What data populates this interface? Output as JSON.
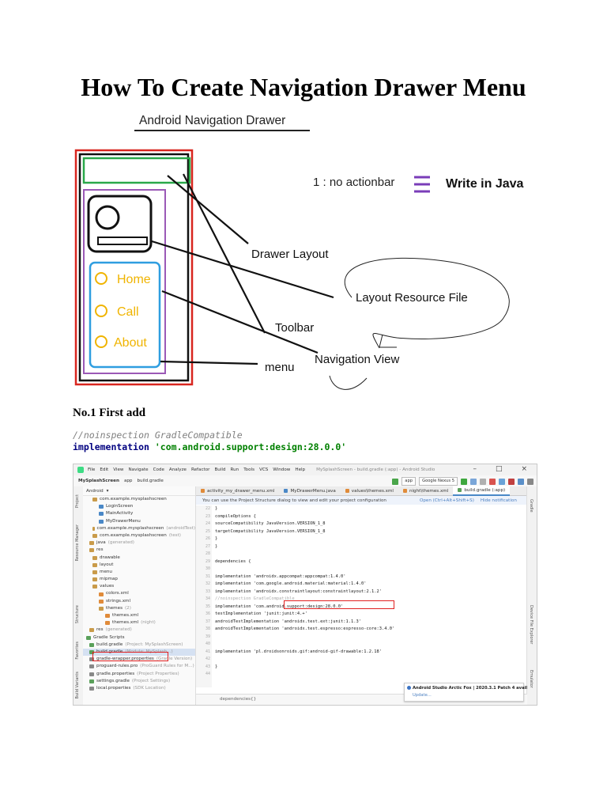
{
  "title": "How To Create Navigation Drawer Menu",
  "diagram": {
    "heading": "Android Navigation Drawer",
    "note_actionbar": "1 : no actionbar",
    "note_java": "Write in Java",
    "menu_items": [
      "Home",
      "Call",
      "About"
    ],
    "labels": {
      "drawer_layout": "Drawer Layout",
      "layout_resource_file": "Layout Resource  File",
      "toolbar": "Toolbar",
      "navigation_view": "Navigation View",
      "menu": "menu"
    },
    "colors": {
      "outer_frame": "#d8261f",
      "header": "#2aa84a",
      "nav_view": "#9b59b6",
      "menu_box": "#2f9ee0",
      "menu_icon": "#f0b400",
      "hamburger": "#7a3db8"
    }
  },
  "section_heading": "No.1 First add",
  "code": {
    "comment": "//noinspection GradleCompatible",
    "keyword": "implementation",
    "string": "'com.android.support:design:28.0.0'"
  },
  "ide": {
    "menu": [
      "File",
      "Edit",
      "View",
      "Navigate",
      "Code",
      "Analyze",
      "Refactor",
      "Build",
      "Run",
      "Tools",
      "VCS",
      "Window",
      "Help"
    ],
    "window_title": "MySplashScreen - build.gradle (:app) - Android Studio",
    "breadcrumb": [
      "MySplashScreen",
      "app",
      "build.gradle"
    ],
    "run_config": "app",
    "device": "Google Nexus 5",
    "project_view": "Android",
    "tree": [
      {
        "label": "com.example.mysplashscreen",
        "dim": ""
      },
      {
        "label": "LoginScreen",
        "dim": ""
      },
      {
        "label": "MainActivity",
        "dim": ""
      },
      {
        "label": "MyDrawerMenu",
        "dim": ""
      },
      {
        "label": "com.example.mysplashscreen",
        "dim": "(androidTest)"
      },
      {
        "label": "com.example.mysplashscreen",
        "dim": "(test)"
      },
      {
        "label": "java",
        "dim": "(generated)"
      },
      {
        "label": "res",
        "dim": ""
      },
      {
        "label": "drawable",
        "dim": ""
      },
      {
        "label": "layout",
        "dim": ""
      },
      {
        "label": "menu",
        "dim": ""
      },
      {
        "label": "mipmap",
        "dim": ""
      },
      {
        "label": "values",
        "dim": ""
      },
      {
        "label": "colors.xml",
        "dim": ""
      },
      {
        "label": "strings.xml",
        "dim": ""
      },
      {
        "label": "themes",
        "dim": "(2)"
      },
      {
        "label": "themes.xml",
        "dim": ""
      },
      {
        "label": "themes.xml",
        "dim": "(night)"
      },
      {
        "label": "res",
        "dim": "(generated)"
      },
      {
        "label": "Gradle Scripts",
        "dim": ""
      },
      {
        "label": "build.gradle",
        "dim": "(Project: MySplashScreen)"
      },
      {
        "label": "build.gradle",
        "dim": "(Module: MySplash...)"
      },
      {
        "label": "gradle-wrapper.properties",
        "dim": "(Gradle Version)"
      },
      {
        "label": "proguard-rules.pro",
        "dim": "(ProGuard Rules for M...)"
      },
      {
        "label": "gradle.properties",
        "dim": "(Project Properties)"
      },
      {
        "label": "settings.gradle",
        "dim": "(Project Settings)"
      },
      {
        "label": "local.properties",
        "dim": "(SDK Location)"
      }
    ],
    "tabs": [
      "activity_my_drawer_menu.xml",
      "MyDrawerMenu.java",
      "values\\themes.xml",
      "night\\themes.xml",
      "build.gradle (:app)"
    ],
    "notice": "You can use the Project Structure dialog to view and edit your project configuration",
    "notice_link": "Open (Ctrl+Alt+Shift+S)",
    "notice_hide": "Hide notification",
    "line_numbers": [
      "22",
      "23",
      "24",
      "25",
      "26",
      "27",
      "28",
      "29",
      "30",
      "31",
      "32",
      "33",
      "34",
      "35",
      "36",
      "37",
      "38",
      "39",
      "40",
      "41",
      "42",
      "43",
      "44"
    ],
    "code_lines": [
      "    }",
      "    compileOptions {",
      "        sourceCompatibility JavaVersion.VERSION_1_8",
      "        targetCompatibility JavaVersion.VERSION_1_8",
      "    }",
      "}",
      "",
      "dependencies {",
      "",
      "    implementation 'androidx.appcompat:appcompat:1.4.0'",
      "    implementation 'com.google.android.material:material:1.4.0'",
      "    implementation 'androidx.constraintlayout:constraintlayout:2.1.2'",
      "    //noinspection GradleCompatible",
      "    implementation 'com.android.support:design:28.0.0'",
      "    testImplementation 'junit:junit:4.+'",
      "    androidTestImplementation 'androidx.test.ext:junit:1.1.3'",
      "    androidTestImplementation 'androidx.test.espresso:espresso-core:3.4.0'",
      "",
      "",
      "    implementation 'pl.droidsonroids.gif:android-gif-drawable:1.2.18'",
      "",
      "}",
      ""
    ],
    "status_path": "dependencies{}",
    "balloon_title": "Android Studio Arctic Fox | 2020.3.1 Patch 4 avail",
    "balloon_link": "Update...",
    "side_left": [
      "Project",
      "Resource Manager",
      "Structure",
      "Favorites",
      "Build Variants"
    ],
    "side_right": [
      "Gradle",
      "Device File Explorer",
      "Emulator"
    ]
  }
}
